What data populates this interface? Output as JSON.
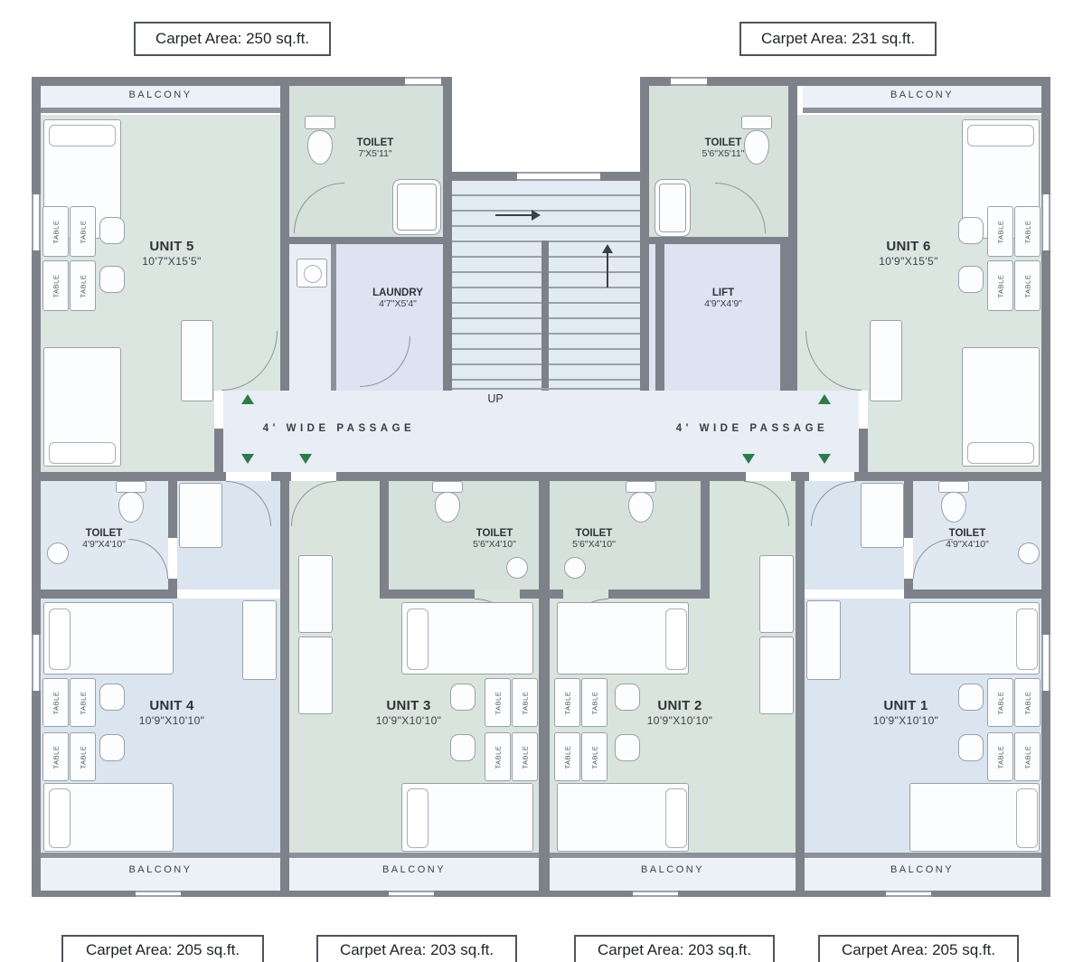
{
  "colors": {
    "wall": "#7d818a",
    "unit_green_top": "#dbe6e1",
    "unit_green_bottom": "#d9e4dd",
    "unit_blue": "#dbe5f0",
    "toilet_green": "#d5e1da",
    "toilet_blue": "#e0e8f1",
    "service_lavender": "#dfe2f1",
    "stair_blue": "#e2eaf3",
    "passage_blue": "#e8edf6",
    "balcony_light": "#ecf1f7",
    "arrow_green": "#2d7a4c",
    "text_dark": "#2e3339"
  },
  "carpet_labels": {
    "top_left": "Carpet Area: 250 sq.ft.",
    "top_right": "Carpet Area: 231 sq.ft.",
    "bottom_unit4": "Carpet Area: 205 sq.ft.",
    "bottom_unit3": "Carpet Area: 203 sq.ft.",
    "bottom_unit2": "Carpet Area: 203 sq.ft.",
    "bottom_unit1": "Carpet Area: 205 sq.ft."
  },
  "labels": {
    "balcony": "BALCONY",
    "up": "UP",
    "passage": "4' WIDE PASSAGE",
    "table": "TABLE"
  },
  "rooms": {
    "unit5": {
      "name": "UNIT 5",
      "dims": "10'7\"X15'5\""
    },
    "unit6": {
      "name": "UNIT 6",
      "dims": "10'9\"X15'5\""
    },
    "unit4": {
      "name": "UNIT 4",
      "dims": "10'9\"X10'10\""
    },
    "unit3": {
      "name": "UNIT 3",
      "dims": "10'9\"X10'10\""
    },
    "unit2": {
      "name": "UNIT 2",
      "dims": "10'9\"X10'10\""
    },
    "unit1": {
      "name": "UNIT 1",
      "dims": "10'9\"X10'10\""
    },
    "toilet_top_left": {
      "name": "TOILET",
      "dims": "7'X5'11\""
    },
    "toilet_top_right": {
      "name": "TOILET",
      "dims": "5'6\"X5'11\""
    },
    "laundry": {
      "name": "LAUNDRY",
      "dims": "4'7\"X5'4\""
    },
    "lift": {
      "name": "LIFT",
      "dims": "4'9\"X4'9\""
    },
    "toilet_mid_left": {
      "name": "TOILET",
      "dims": "4'9\"X4'10\""
    },
    "toilet_mid_center_left": {
      "name": "TOILET",
      "dims": "5'6\"X4'10\""
    },
    "toilet_mid_center_right": {
      "name": "TOILET",
      "dims": "5'6\"X4'10\""
    },
    "toilet_mid_right": {
      "name": "TOILET",
      "dims": "4'9\"X4'10\""
    }
  }
}
